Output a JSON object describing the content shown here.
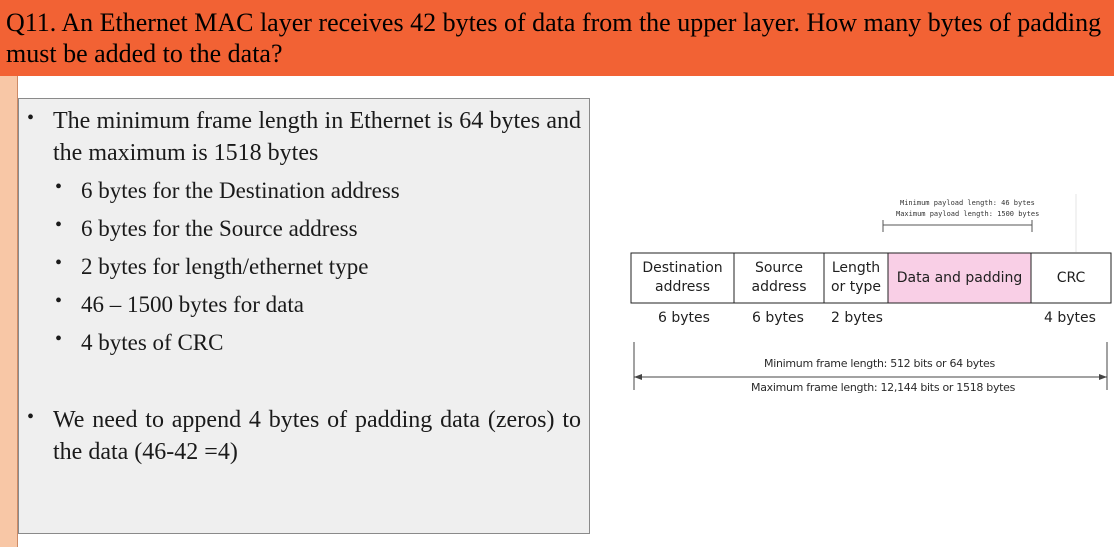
{
  "slide": {
    "title": "Q11. An Ethernet MAC layer receives 42 bytes of data from the upper layer. How many bytes of padding must be added to the data?",
    "title_color": "#f26234",
    "box_background": "#efefef"
  },
  "bullets": {
    "main_1": "The minimum frame length in Ethernet is 64 bytes and the maximum is 1518 bytes",
    "sub": [
      "6 bytes for the Destination address",
      "6 bytes for the Source address",
      "2 bytes for length/ethernet type",
      "46 – 1500 bytes for data",
      "4 bytes of CRC"
    ],
    "main_2": "We need to append 4 bytes of padding data (zeros) to the data (46-42 =4)",
    "bullet_glyph": "•"
  },
  "diagram": {
    "payload_min": "Minimum payload length: 46 bytes",
    "payload_max": "Maximum payload length: 1500 bytes",
    "fields": {
      "destination": "Destination address",
      "source": "Source address",
      "length": "Length or type",
      "data": "Data and padding",
      "crc": "CRC"
    },
    "sizes": {
      "destination": "6 bytes",
      "source": "6 bytes",
      "length": "2 bytes",
      "crc": "4 bytes"
    },
    "frame_min": "Minimum frame length: 512 bits or 64 bytes",
    "frame_max": "Maximum frame length: 12,144 bits or 1518 bytes",
    "data_fill": "#f9cfe6"
  }
}
